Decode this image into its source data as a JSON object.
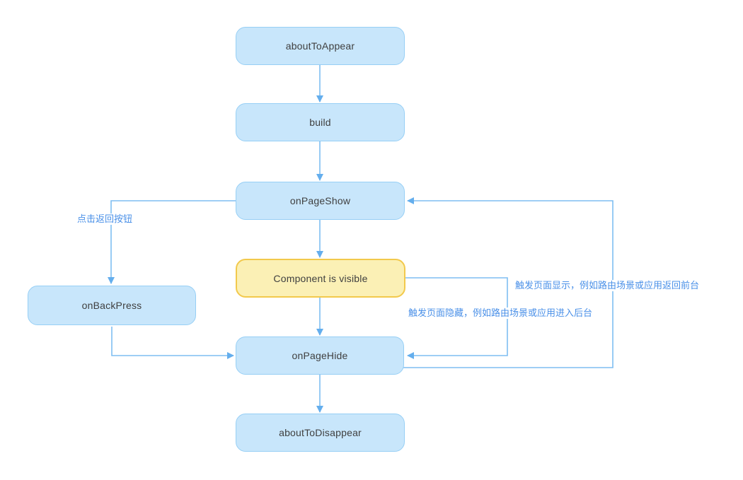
{
  "nodes": {
    "about_to_appear": {
      "label": "aboutToAppear"
    },
    "build": {
      "label": "build"
    },
    "on_page_show": {
      "label": "onPageShow"
    },
    "component_visible": {
      "label": "Component is visible"
    },
    "on_page_hide": {
      "label": "onPageHide"
    },
    "about_to_disappear": {
      "label": "aboutToDisappear"
    },
    "on_back_press": {
      "label": "onBackPress"
    }
  },
  "edge_labels": {
    "back_button": "点击返回按钮",
    "page_show": "触发页面显示，例如路由场景或应用返回前台",
    "page_hide": "触发页面隐藏，例如路由场景或应用进入后台"
  },
  "edges": [
    {
      "from": "aboutToAppear",
      "to": "build",
      "label": ""
    },
    {
      "from": "build",
      "to": "onPageShow",
      "label": ""
    },
    {
      "from": "onPageShow",
      "to": "Component is visible",
      "label": ""
    },
    {
      "from": "Component is visible",
      "to": "onPageHide",
      "label": ""
    },
    {
      "from": "onPageHide",
      "to": "aboutToDisappear",
      "label": ""
    },
    {
      "from": "onPageShow",
      "to": "onBackPress",
      "label": "点击返回按钮"
    },
    {
      "from": "onBackPress",
      "to": "onPageHide",
      "label": ""
    },
    {
      "from": "Component is visible",
      "to": "onPageHide",
      "label": "触发页面隐藏，例如路由场景或应用进入后台"
    },
    {
      "from": "onPageHide",
      "to": "onPageShow",
      "label": "触发页面显示，例如路由场景或应用返回前台"
    }
  ],
  "colors": {
    "node_fill": "#C8E6FB",
    "node_border": "#97CFF5",
    "highlight_fill": "#FBF0B5",
    "highlight_border": "#F2C94C",
    "line": "#7EBEF2",
    "arrow": "#64AEED",
    "node_text": "#3F3F3F",
    "label_text": "#4A90E8"
  }
}
